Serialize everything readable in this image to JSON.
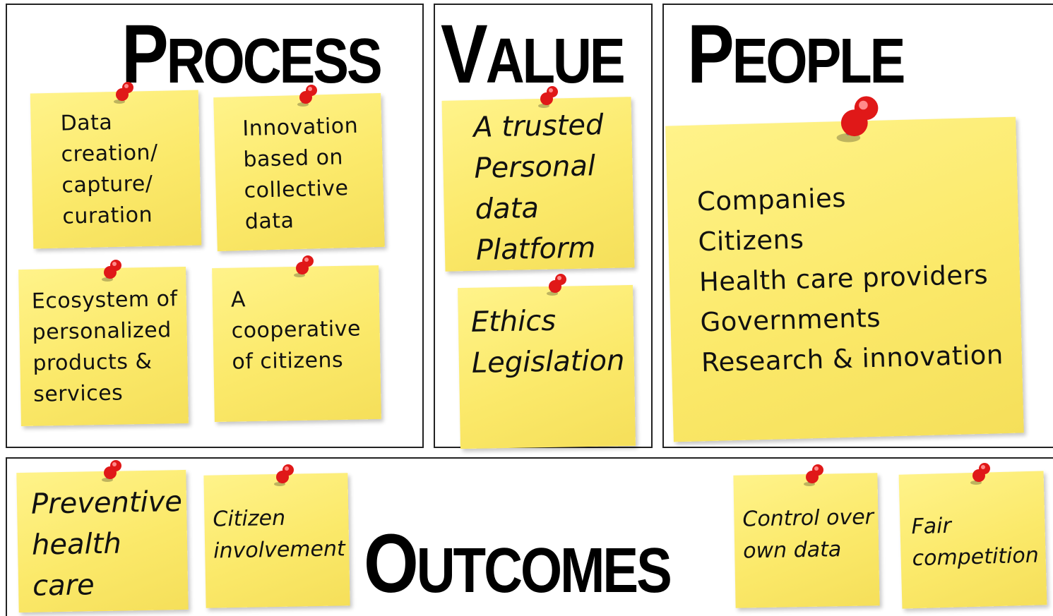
{
  "panels": {
    "process": {
      "heading": "Process",
      "notes": [
        "Data\ncreation/\ncapture/\ncuration",
        "Innovation\nbased on\ncollective\ndata",
        "Ecosystem of\npersonalized\nproducts &\nservices",
        "A\ncooperative\nof citizens"
      ]
    },
    "value": {
      "heading": "Value",
      "notes": [
        "A trusted\nPersonal\ndata\nPlatform",
        "Ethics\nLegislation"
      ]
    },
    "people": {
      "heading": "People",
      "note": "Companies\nCitizens\nHealth care providers\nGovernments\nResearch & innovation"
    },
    "outcomes": {
      "heading": "Outcomes",
      "notes": [
        "Preventive\nhealth\ncare",
        "Citizen\ninvolvement",
        "Control over\nown data",
        "Fair\ncompetition"
      ]
    }
  },
  "colors": {
    "note": "#fbe96a",
    "pin": "#e01818",
    "border": "#222222"
  },
  "icons": [
    "pushpin-icon"
  ]
}
